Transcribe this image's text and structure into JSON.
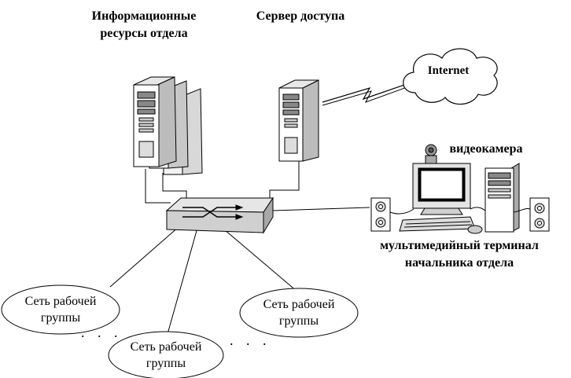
{
  "labels": {
    "info_resources": "Информационные ресурсы отдела",
    "access_server": "Сервер доступа",
    "internet": "Internet",
    "webcam": "видеокамера",
    "terminal": "мультимедийный терминал начальника отдела",
    "workgroup": "Сеть рабочей группы"
  },
  "ellipsis": ". . ."
}
